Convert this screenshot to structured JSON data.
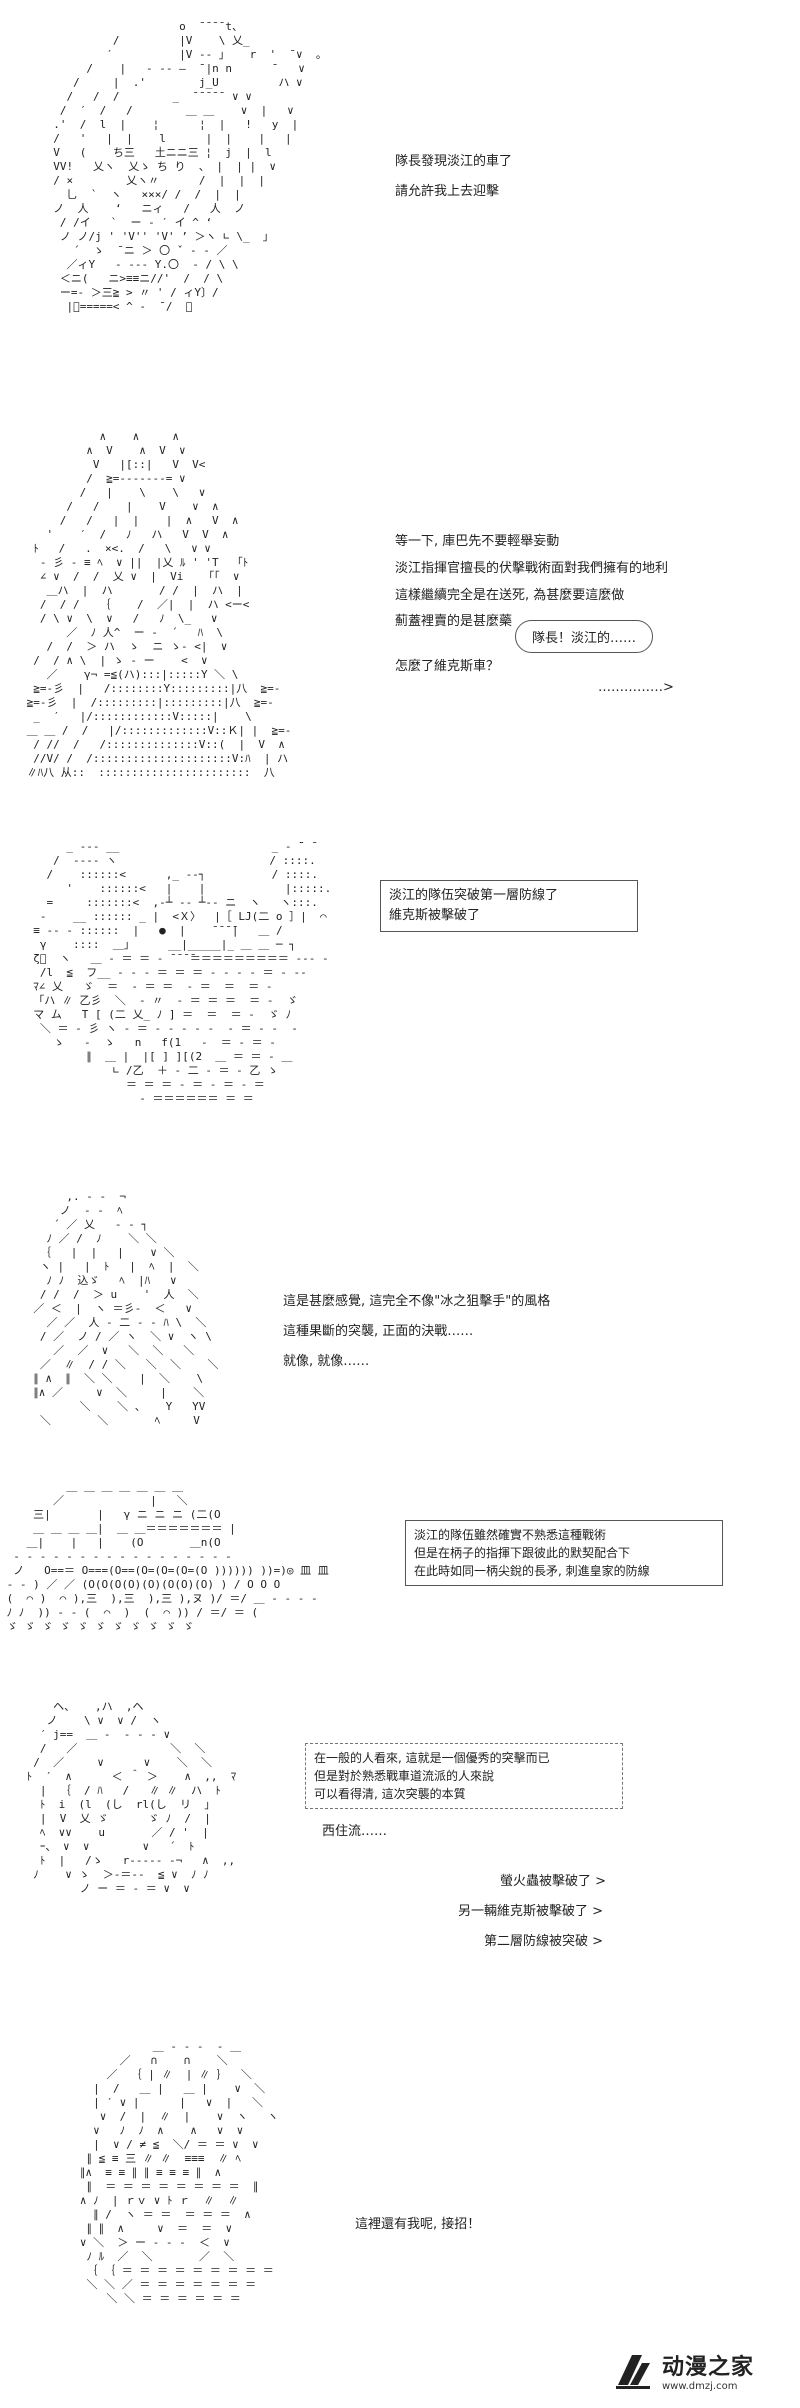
{
  "panels": [
    {
      "lines": [
        "隊長發現淡江的車了",
        "請允許我上去迎擊"
      ]
    },
    {
      "lines": [
        "等一下, 庫巴先不要輕舉妄動",
        "淡江指揮官擅長的伏擊戰術面對我們擁有的地利",
        "這樣繼續完全是在送死, 為甚麼要這麼做",
        "薊蓋裡賣的是甚麼藥"
      ],
      "bubble": "隊長！淡江的……",
      "extra": [
        "怎麼了維克斯車？",
        "……………>"
      ]
    },
    {
      "box": [
        "淡江的隊伍突破第一層防線了",
        "維克斯被擊破了"
      ]
    },
    {
      "lines": [
        "這是甚麼感覺, 這完全不像\"冰之狙擊手\"的風格",
        "這種果斷的突襲, 正面的決戰……",
        "就像, 就像……"
      ]
    },
    {
      "box": [
        "淡江的隊伍雖然確實不熟悉這種戰術",
        "但是在柄子的指揮下跟彼此的默契配合下",
        "在此時如同一柄尖銳的長矛, 刺進皇家的防線"
      ]
    },
    {
      "box": [
        "在一般的人看來, 這就是一個優秀的突擊而已",
        "但是對於熟悉戰車道流派的人來說",
        "可以看得清, 這次突襲的本質"
      ],
      "lines": [
        "西住流……"
      ],
      "reports": [
        "螢火蟲被擊破了 >",
        "另一輛維克斯被擊破了 >",
        "第二層防線被突破 >"
      ]
    },
    {
      "lines": [
        "這裡還有我呢, 接招！"
      ]
    }
  ],
  "logo": {
    "title": "动漫之家",
    "url": "www.dmzj.com"
  },
  "art": {
    "p1": "                     o  ̄ ̄ ̄ ̄ t、\n           /         |V    \\ 乂_\n          ′          |V -- 」   r  '  ̄ ∨  。\n       /    |   - -- ―  ̄ |n n      ̄    ∨\n     /     |  .'        j_U         ハ ∨\n    /   /  /        _  ̄ ̄ ̄ ̄ ̄  ∨ ∨\n   /  ′  /   /        ＿ ＿    ∨  |   ∨\n  .'  /  l  |    ¦      ¦  |   !   y  |\n  /   '   |  |    l      |  |    |   |\n  V   (    ち三   土ニニ三 ¦  j  |  l\n  VV!   乂ヽ  乂ゝ ち り  、 |  | |  ∨\n  / ×        乂ヽ〃      /  |  |  |\n    乚  `  ヽ   ×××/ /  /  |  |\n  ノ  人    ‘   ニィ   /   人  ノ\n   / /イ   `  ー ‐ ′ イ ^ ‘\n   ノ ノ/j ' 'V'' 'V' ’ ＞ヽ ∟ \\_  」\n     ´  ゝ  ̄ ニ ＞ 〇 ˇ ‐ ‐ ／\n    ／ィY   - --- Y.〇  ‐ / \\ \\\n   ＜ニ(   ニ>≡≡ニ//'  /  / \\\n   ー=- ＞三≧ > 〃 ' / ィY〕/ \n    |ﾞ=====< ^ ‐  ̄ /  ＞ ",
    "p2": "            ∧    ∧     ∧\n          ∧  V    ∧  V  ∨\n           V   |[::|   V  V<\n          /  ≧=-------= ∨\n         /   |    \\    \\   ∨\n       /   /    |    V    ∨  ∧\n      /   /   |  |    |  ∧   V  ∧\n    '    ′  /   ﾉ   ハ   V  V  ∧\n  ﾄ   /   .  ×<.  /   \\   ∨ ∨\n   ‐ 彡 ‐ ≡ ﾍ  ∨ ||  |乂 ﾙ ' 'T  「ﾄ\n   ∠ ∨  /  /  乂 ∨  |  Vi   「「  ∨\n    ＿ハ  |  ハ       / /  |  ハ  |\n   /  / /   ｛    /  ／|  |  ハ <ー<\n   / \\ ∨  \\  ∨   /   ﾉ  \\_   ∨\n       ／  ﾉ 人^  ー ‐  ´   ﾊ  \\\n    /  /  ＞ ハ  ゝ  ニ ゝ- <|  ∨\n  /  / ∧ \\  | ゝ ‐ ー    <  ∨\n    ／    γ¬ =≦(ハ):::|:::::Y ＼ \\\n  ≧=-彡  |   /::::::::Y:::::::::|八  ≧=-\n ≧=-彡  |  /:::::::::|:::::::::|八  ≧=-\n  _  ′   |/::::::::::::V:::::|    \\\n ＿ ＿ /  /   |/:::::::::::::V::Ｋ| |  ≧=-\n  / //  /   /::::::::::::::V::(  |  V  ∧\n  //V/ /  /:::::::::::::::::::::V:ﾊ  | ハ\n ∥ﾊ八 从::  :::::::::::::::::::::::  八",
    "p3": "       _ --- __                       _ ‐ ̄¨ ̄\n     /  ‐--- ヽ                       / ::::.\n    /    ::::::<      ,_ --┐          / ::::.\n       '    ::::::<   |    |            |:::::.\n    =     :::::::<  ,‐┴ -- ┴‐- ニ  ヽ   ヽ:::.\n   -    __ :::::: _ |  <Ｘ〉  |［ LJ(二 o ］|  ⌒\n  ≡ -- - ::::::  |   ●  |    ̄ ̄ ̄ ̄|   ＿ /\n   γ    ::::  ＿」     __|_____|_ ＿ ＿ ─ ┐\n  ζ゙  ヽ   ＿ ‐ ＝ ＝ ‐ ̄ ̄ ̄ ̄＝＝＝＝＝＝＝＝＝ ‐‐‐ ‐\n   /l  ≦  フ__ - ‐ ‐ ＝ ＝ ＝ ‐ ‐ ‐ ‐ ＝ ‐ ‐‐\n  ﾏ∠ 乂   ゞ  ＝  ‐ ＝ ＝  ‐ ＝  ＝  ＝ ‐\n  「ハ ∥ 乙彡  ＼  ‐ 〃  ‐ ＝ ＝ ＝  ＝ ‐  ゞ\n  マ ム   T [ (二 乂_ ﾉ ] ＝  ＝  ＝ ‐  ゞ ﾉ\n   ＼ ＝ ‐ 彡 ヽ ‐ ＝ ‐ ‐ ‐ ‐ ‐  ‐ ＝ ‐ ‐  ‐\n     ゝ   ‐  ゝ   n   f(1   ‐  ＝ ‐ ＝ ‐\n          ∥  ＿ |  |[ ] ][(2  ＿ ＝ ＝ ‐ ＿\n              ∟ /乙  ＋ ‐ 二 ‐ ＝ ‐ 乙 ゝ\n                ＝ ＝ ＝ ‐ ＝ ‐ ＝ ‐ ＝\n                  ‐ ＝＝＝＝＝＝ ＝ ＝",
    "p4": "       ,. ‐ ‐  ¬\n      ノ  ‐ ‐  ﾍ\n     ´ ／ 乂   ‐ ‐ ┐\n    ﾉ ／ /  ﾉ    ＼ ＼\n   ｛   |  |   |    ∨ ＼\n   ヽ |   |  ﾄ   |  ﾍ  |  ＼\n    ﾉ ﾉ  込ゞ   ﾍ  |ﾊ   ∨\n   / /  /  ＞ u    '  人  ＼\n  ／ ＜  |  ヽ ＝彡‐  ＜   ∨\n    ／ ／  人 ‐ 二 ‐ ‐ ﾊ \\  ＼\n   / ／  ノ / ／ ヽ  ＼ ∨  ヽ \\\n     ／  ／  ∨   ＼  ＼   ＼\n   ／  ∥  / / ＼   ＼  ＼    ＼\n  ∥ ∧  ∥  ＼ ＼    |  ＼    \\\n  ∥∧ ／     ∨  ＼     |    ＼\n         ＼    ＼ 、   Y   YV\n   ＼       ＼       ﾍ     V",
    "p5": "          ＿ ＿ ＿ ＿ ＿ ＿ ＿\n        ／             |   ＼\n     三|       |   γ ニ ニ ニ (二(O\n     ＿ ＿ ＿ ＿|  ＿ ＿＝＝＝＝＝＝＝ |\n    ＿|    |   |    (O       ＿n(O\n  ‐ ‐ ‐ ‐ ‐ ‐ ‐ ‐ ‐ ‐ ‐ ‐ ‐ ‐ ‐ ‐ ‐\n  ノ   O==＝ O===(O==(O=(O=(O=(O )))))) ))=)◎ 皿 皿\n ‐ ‐ ) ／ ／ (O(O(O(O)(O)(O(O)(O) ) / O O O\n (  ⌒ )  ⌒ ),三  ),三  ),三 ),ヌ )/ ＝/ ＿ ‐ ‐ ‐ ‐\n ﾉ ﾉ  )) ‐ ‐ (  ⌒  )  (  ⌒ )) / ＝/ ＝ (\n ゞ ゞ ゞ ゞ ゞ ゞ ゞ ゞ ゞ ゞ ゞ",
    "p6": "     ヘ、   ,ハ  ,ヘ\n    ノ    \\ ∨  ∨ /  ヽ\n   ′ j==  ＿ ‐  ‐ ‐ ‐ ∨\n   /   ／              ＼  ＼\n  /  ／     ∨      ∨    ＼  ＼\n ﾄ  ′  ∧      ＜ ＾ ＞    ∧  ,,  ﾏ\n   |  ｛  / ﾊ   /   ∥ ∥  ハ  ﾄ\n   ﾄ  i  (l  (し  rl(し  リ  ｣\n   |  V  乂 ゞ      ゞ ﾉ  /  |\n   ﾍ  ∨∨    u       ／ / '  |\n   ｰ、 ∨  ∨        ∨   ´  ﾄ\n   ﾄ  |   /ゝ   r-‐--‐ ‐¬   ∧  ,,\n  ﾉ    ∨ ゝ  ＞-＝--  ≦ ∨  ﾉ ﾉ\n         ノ ー ＝ ‐ ＝ ∨  ∨",
    "p7": "              ＿ ‐ ‐ ‐  ‐ ＿\n         ／   ∩    ∩    ＼\n       ／  ｛ | ∥  | ∥ ｝  ＼\n     |  /   ＿ |   ＿ |    ∨  ＼\n     | ′ ∨ |      |   ∨  |   ＼\n      ∨  /  |  ∥  |    ∨  ヽ   ヽ\n     ∨   ﾉ  ﾉ  ∧    ∧   ∨  ∨\n     |  ∨ / ≠ ≦  ＼/ ＝ ＝ ∨  ∨\n    ∥ ≦ ≡ 三 ∥ ∥  ≡≡≡  ∥ ﾍ\n   ∥∧  ≡ ≡ ∥ ∥ ≡ ≡ ≡ ∥  ∧\n    ∥  ＝ ＝ ＝ ＝ ＝ ＝ ＝ ＝  ∥\n   ∧ ﾉ  | ｒｖ ∨ ﾄ ｒ  ∥  ∥\n     ∥ /  ヽ ＝ ＝  ＝ ＝ ＝  ∧\n    ∥ ∥  ∧     ∨  ＝  ＝  ∨\n   ∨ ＼  ＞ ー - ‐ ‐  ＜  ∨\n    ﾉ ﾙ  ／  ＼       ／  ＼\n    ｛ ｛ ＝ ＝ ＝ ＝ ＝ ＝ ＝ ＝ ＝\n    ＼ ＼ ／ ＝ ＝ ＝ ＝ ＝ ＝ ＝\n       ＼ ＼ ＝ ＝ ＝ ＝ ＝ ＝"
  }
}
